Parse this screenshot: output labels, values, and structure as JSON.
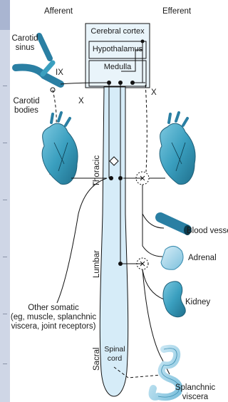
{
  "headers": {
    "afferent": "Afferent",
    "efferent": "Efferent"
  },
  "brain_boxes": {
    "cortex": "Cerebral cortex",
    "hypothalamus": "Hypothalamus",
    "medulla": "Medulla"
  },
  "nerves": {
    "ix": "IX",
    "x_left": "X",
    "x_right": "X"
  },
  "left_labels": {
    "carotid_sinus": [
      "Carotid",
      "sinus"
    ],
    "carotid_bodies": [
      "Carotid",
      "bodies"
    ],
    "other_somatic": [
      "Other somatic",
      "(eg, muscle, splanchnic",
      "viscera, joint receptors)"
    ]
  },
  "cord_regions": {
    "thoracic": "Thoracic",
    "lumbar": "Lumbar",
    "sacral": "Sacral",
    "spinal_cord": [
      "Spinal",
      "cord"
    ]
  },
  "organs": {
    "blood_vessel": "Blood vessel",
    "adrenal": "Adrenal",
    "kidney": "Kidney",
    "splanchnic": [
      "Splanchnic",
      "viscera"
    ]
  },
  "colors": {
    "organ_fill": "#3a9fbf",
    "organ_dark": "#1f6f8c",
    "cord_fill": "#d6ecf8",
    "box_fill": "#e9f4fa",
    "line": "#111111"
  }
}
